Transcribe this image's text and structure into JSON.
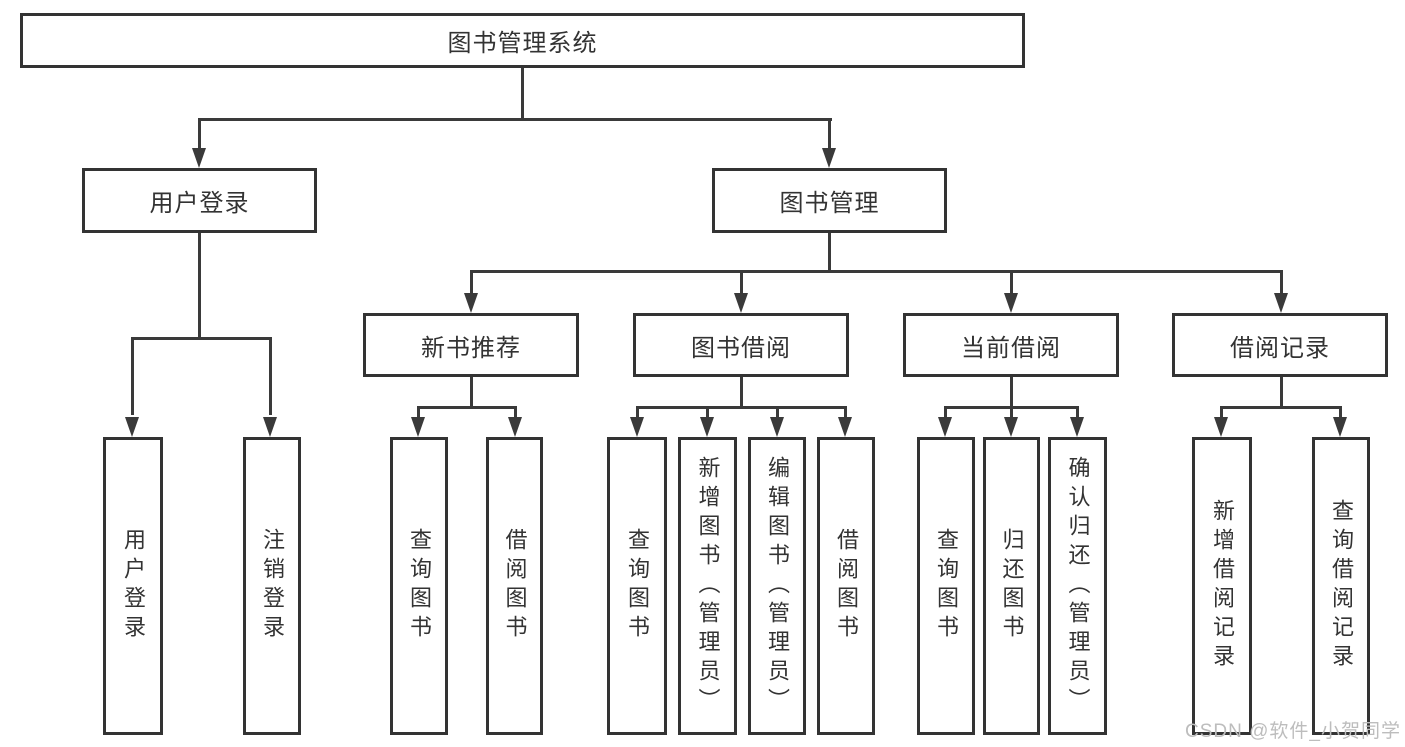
{
  "title": "图书管理系统",
  "watermark": "CSDN @软件_小贺同学",
  "colors": {
    "line": "#3a3a3a",
    "box_border": "#333333",
    "text": "#333333",
    "watermark": "#bdbdbd",
    "background": "#ffffff"
  },
  "tree": {
    "root": {
      "label": "图书管理系统"
    },
    "branches": [
      {
        "label": "用户登录",
        "children": [
          {
            "label": "用户登录"
          },
          {
            "label": "注销登录"
          }
        ]
      },
      {
        "label": "图书管理",
        "children": [
          {
            "label": "新书推荐",
            "children": [
              {
                "label": "查询图书"
              },
              {
                "label": "借阅图书"
              }
            ]
          },
          {
            "label": "图书借阅",
            "children": [
              {
                "label": "查询图书"
              },
              {
                "label": "新增图书（管理员）"
              },
              {
                "label": "编辑图书（管理员）"
              },
              {
                "label": "借阅图书"
              }
            ]
          },
          {
            "label": "当前借阅",
            "children": [
              {
                "label": "查询图书"
              },
              {
                "label": "归还图书"
              },
              {
                "label": "确认归还（管理员）"
              }
            ]
          },
          {
            "label": "借阅记录",
            "children": [
              {
                "label": "新增借阅记录"
              },
              {
                "label": "查询借阅记录"
              }
            ]
          }
        ]
      }
    ]
  }
}
